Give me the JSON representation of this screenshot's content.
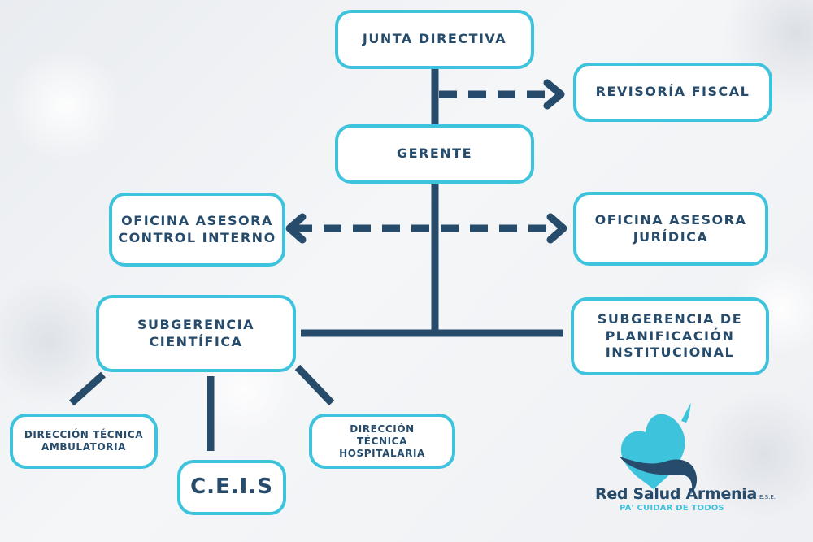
{
  "chart": {
    "nodes": {
      "junta_directiva": "JUNTA DIRECTIVA",
      "revisoria_fiscal": "REVISORÍA FISCAL",
      "gerente": "GERENTE",
      "oficina_control_interno": "OFICINA ASESORA\nCONTROL INTERNO",
      "oficina_juridica": "OFICINA ASESORA\nJURÍDICA",
      "subgerencia_cientifica": "SUBGERENCIA\nCIENTÍFICA",
      "subgerencia_planificacion": "SUBGERENCIA DE\nPLANIFICACIÓN\nINSTITUCIONAL",
      "direccion_ambulatoria": "DIRECCIÓN TÉCNICA\nAMBULATORIA",
      "ceis": "C.E.I.S",
      "direccion_hospitalaria": "DIRECCIÓN\nTÉCNICA\nHOSPITALARIA"
    },
    "edges": [
      {
        "from": "junta_directiva",
        "to": "gerente",
        "style": "solid"
      },
      {
        "from": "junta_directiva",
        "to": "revisoria_fiscal",
        "style": "dashed-arrow"
      },
      {
        "from": "gerente",
        "to": "oficina_control_interno",
        "style": "dashed-arrow"
      },
      {
        "from": "gerente",
        "to": "oficina_juridica",
        "style": "dashed-arrow"
      },
      {
        "from": "gerente",
        "to": "subgerencia_cientifica",
        "style": "solid"
      },
      {
        "from": "gerente",
        "to": "subgerencia_planificacion",
        "style": "solid"
      },
      {
        "from": "subgerencia_cientifica",
        "to": "direccion_ambulatoria",
        "style": "solid"
      },
      {
        "from": "subgerencia_cientifica",
        "to": "ceis",
        "style": "solid"
      },
      {
        "from": "subgerencia_cientifica",
        "to": "direccion_hospitalaria",
        "style": "solid"
      }
    ]
  },
  "colors": {
    "box_border": "#3ec3dd",
    "text": "#264b6b",
    "connector": "#264b6b"
  },
  "logo": {
    "name": "Red Salud Armenia",
    "suffix": "E.S.E.",
    "tagline": "PA' CUIDAR DE TODOS",
    "icon": "heart-in-hand-icon"
  }
}
